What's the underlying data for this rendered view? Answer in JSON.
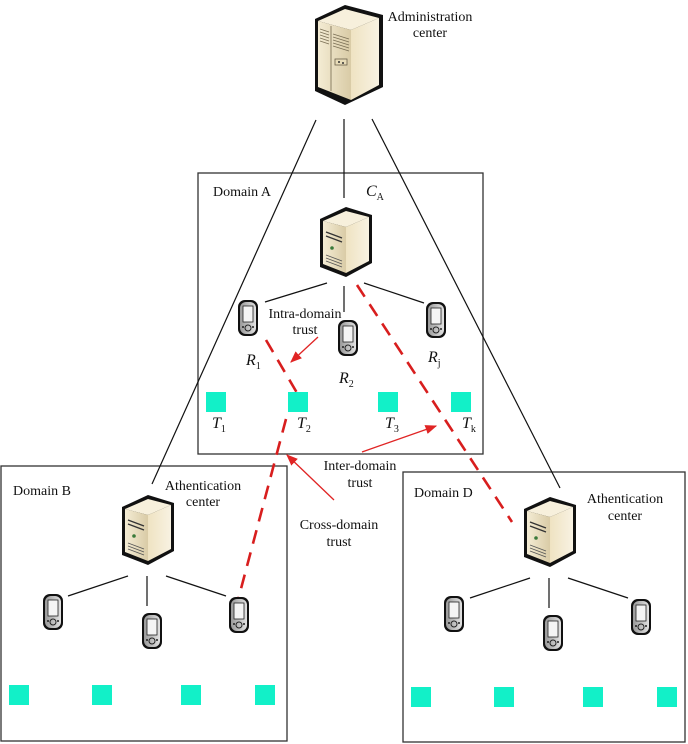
{
  "title": "Multi-domain trust architecture",
  "colors": {
    "terminal": "#12f0c8",
    "trust_line": "#d81e1e",
    "arrow": "#e02424",
    "server_body": "#efe6cc",
    "box_border": "#333333"
  },
  "admin": {
    "label_line1": "Administration",
    "label_line2": "center",
    "icon": "rack-server-icon"
  },
  "domain_a": {
    "label": "Domain A",
    "center_label": "C",
    "center_sub": "A",
    "readers": [
      {
        "name": "R",
        "sub": "1"
      },
      {
        "name": "R",
        "sub": "2"
      },
      {
        "name": "R",
        "sub": "j"
      }
    ],
    "terminals": [
      {
        "name": "T",
        "sub": "1"
      },
      {
        "name": "T",
        "sub": "2"
      },
      {
        "name": "T",
        "sub": "3"
      },
      {
        "name": "T",
        "sub": "k"
      }
    ]
  },
  "domain_b": {
    "label": "Domain B",
    "center_line1": "Athentication",
    "center_line2": "center"
  },
  "domain_d": {
    "label": "Domain D",
    "center_line1": "Athentication",
    "center_line2": "center"
  },
  "annotations": {
    "intra_line1": "Intra-domain",
    "intra_line2": "trust",
    "inter_line1": "Inter-domain",
    "inter_line2": "trust",
    "cross_line1": "Cross-domain",
    "cross_line2": "trust"
  }
}
